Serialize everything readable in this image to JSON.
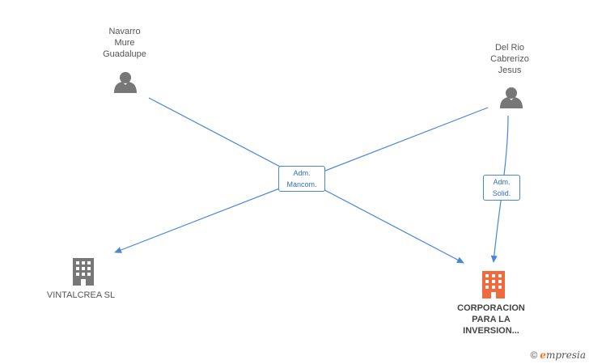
{
  "nodes": {
    "navarro": {
      "name": "Navarro\nMure\nGuadalupe",
      "icon": "person-icon"
    },
    "delrio": {
      "name": "Del Rio\nCabrerizo\nJesus",
      "icon": "person-icon"
    },
    "vintalcrea": {
      "name": "VINTALCREA  SL",
      "icon": "building-icon"
    },
    "corporacion": {
      "name": "CORPORACION\nPARA LA\nINVERSION...",
      "icon": "building-icon"
    }
  },
  "edges": {
    "adm_mancom": "Adm.\nMancom.",
    "adm_solid": "Adm.\nSolid."
  },
  "watermark": {
    "copyright": "©",
    "brand_initial": "e",
    "brand_rest": "mpresia"
  },
  "colors": {
    "edge": "#4a86d6",
    "person": "#777777",
    "company": "#777777",
    "company_highlight": "#f06a3c"
  }
}
